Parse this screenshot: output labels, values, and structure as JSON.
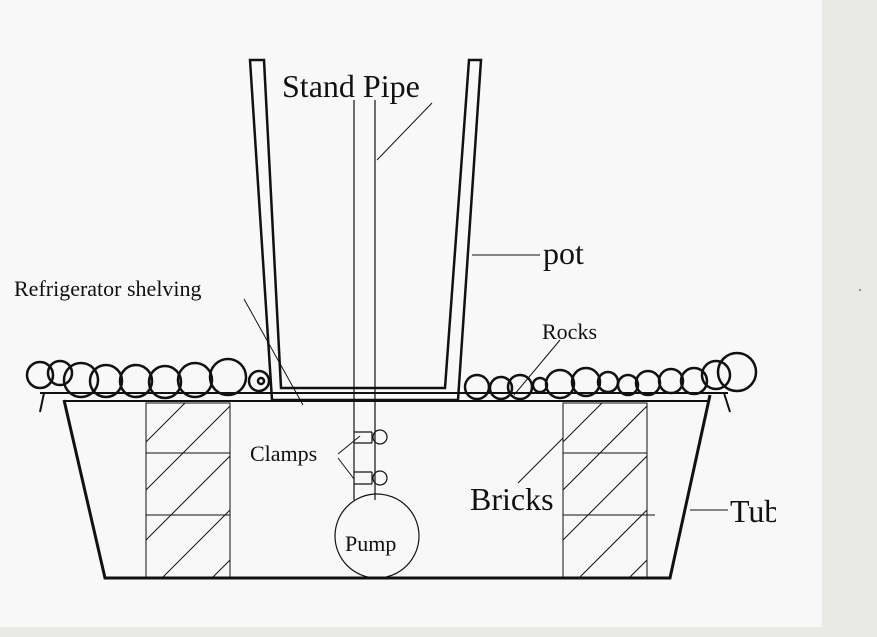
{
  "labels": {
    "stand_pipe": "Stand Pipe",
    "pot": "pot",
    "refrigerator_shelving": "Refrigerator shelving",
    "rocks": "Rocks",
    "clamps": "Clamps",
    "bricks": "Bricks",
    "tub": "Tub",
    "pump": "Pump"
  },
  "colors": {
    "paper": "#f8f8f8",
    "ink": "#111111",
    "margin": "#e9e9e6"
  }
}
